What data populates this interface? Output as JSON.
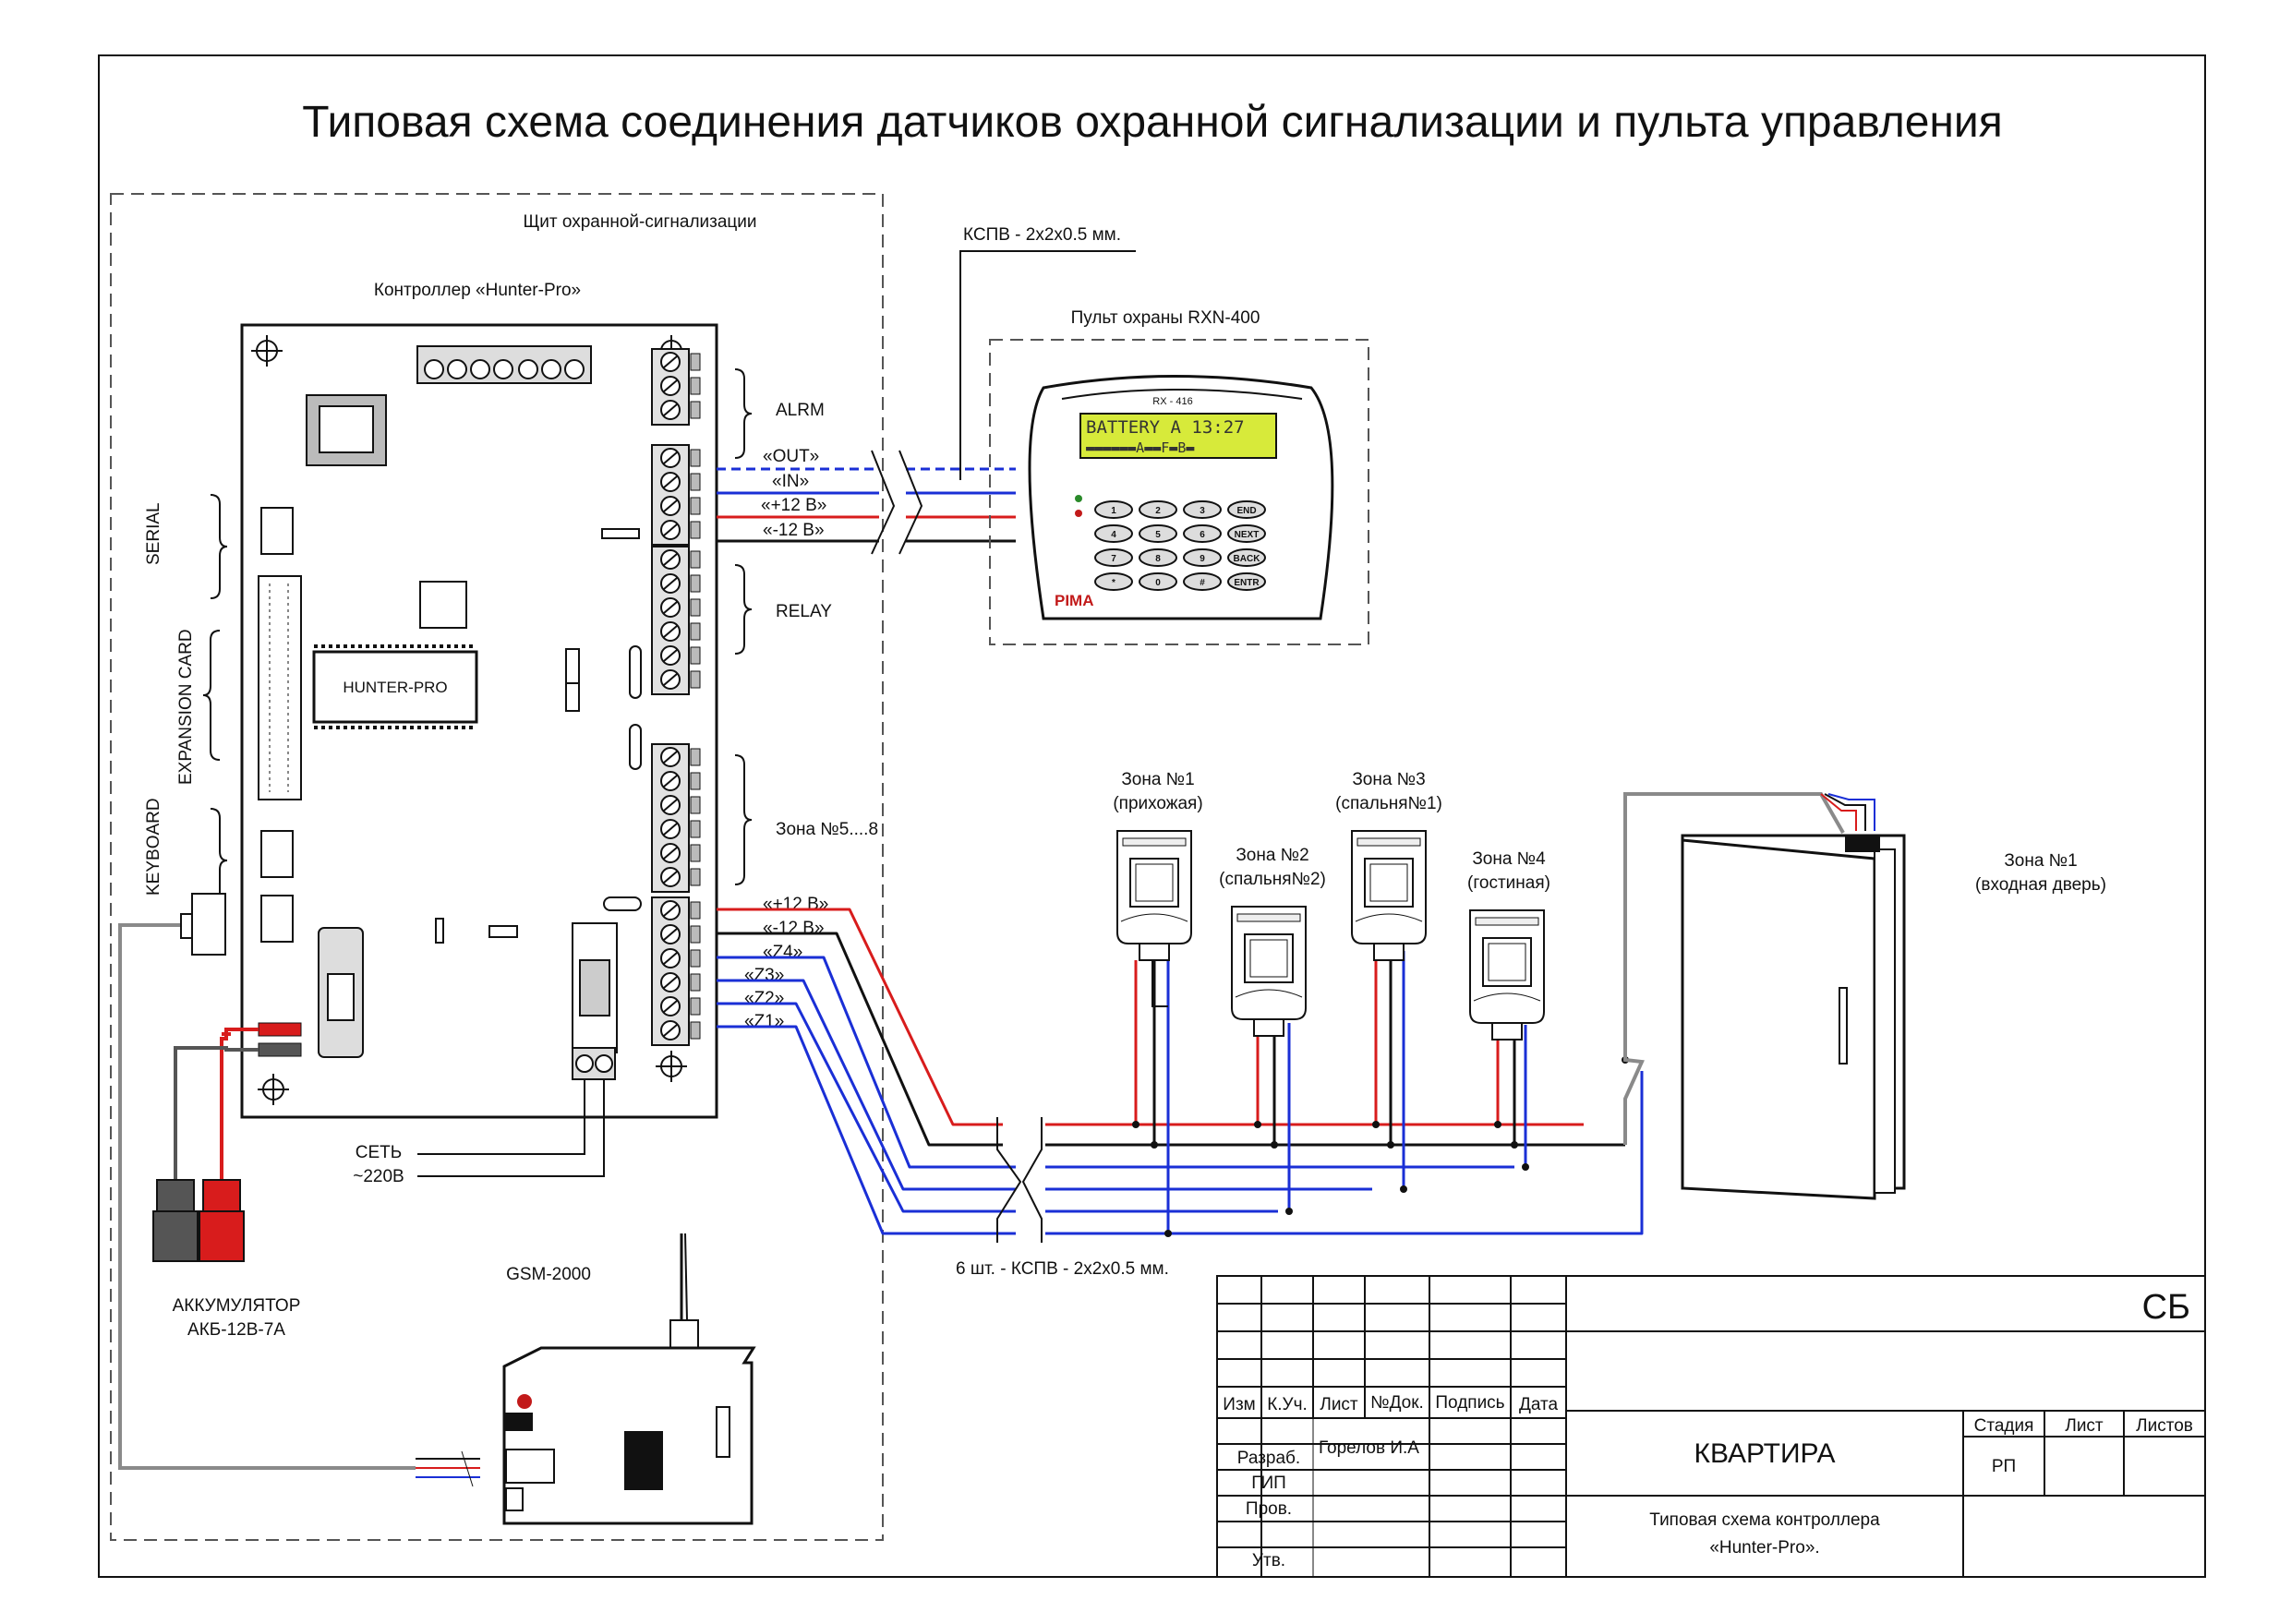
{
  "title": "Типовая схема соединения датчиков охранной сигнализации и пульта управления",
  "panel": {
    "label": "Щит охранной-сигнализации",
    "controller_label": "Контроллер «Hunter-Pro»",
    "chip_label": "HUNTER-PRO",
    "side_labels": {
      "serial": "SERIAL",
      "expansion": "EXPANSION CARD",
      "keyboard": "KEYBOARD"
    },
    "groups": {
      "alrm": "ALRM",
      "relay": "RELAY",
      "zones58": "Зона №5....8"
    },
    "keypad_terminals": [
      "«OUT»",
      "«IN»",
      "«+12 В»",
      "«-12 В»"
    ],
    "zone_terminals": [
      "«+12 В»",
      "«-12 В»",
      "«Z4»",
      "«Z3»",
      "«Z2»",
      "«Z1»"
    ],
    "mains": {
      "line1": "СЕТЬ",
      "line2": "~220В"
    },
    "battery": {
      "line1": "АККУМУЛЯТОР",
      "line2": "АКБ-12В-7А"
    },
    "gsm": "GSM-2000"
  },
  "cables": {
    "keypad": "КСПВ - 2х2х0.5 мм.",
    "zones": "6 шт. - КСПВ - 2х2х0.5 мм."
  },
  "keypad": {
    "label": "Пульт охраны RXN-400",
    "model": "RX - 416",
    "lcd_line1": "BATTERY  A 13:27",
    "lcd_line2": "▬▬▬▬▬▬A▬▬F▬B▬",
    "brand": "PIMA",
    "keys": [
      "1",
      "2",
      "3",
      "END",
      "4",
      "5",
      "6",
      "NEXT",
      "7",
      "8",
      "9",
      "BACK",
      "*",
      "0",
      "#",
      "ENTR"
    ]
  },
  "sensors": [
    {
      "line1": "Зона №1",
      "line2": "(прихожая)"
    },
    {
      "line1": "Зона №2",
      "line2": "(спальня№2)"
    },
    {
      "line1": "Зона №3",
      "line2": "(спальня№1)"
    },
    {
      "line1": "Зона №4",
      "line2": "(гостиная)"
    }
  ],
  "door": {
    "line1": "Зона №1",
    "line2": "(входная дверь)"
  },
  "stamp": {
    "code": "СБ",
    "headers": [
      "Изм",
      "К.Уч.",
      "Лист",
      "№Док.",
      "Подпись",
      "Дата"
    ],
    "roles": [
      "Разраб.",
      "ГИП",
      "Пров.",
      "Утв."
    ],
    "developer": "Горелов И.А",
    "object": "КВАРТИРА",
    "desc_line1": "Типовая схема контроллера",
    "desc_line2": "«Hunter-Pro».",
    "stage_headers": [
      "Стадия",
      "Лист",
      "Листов"
    ],
    "stage_value": "РП"
  },
  "colors": {
    "plus": "#d81c1c",
    "minus": "#111111",
    "signal": "#1a2fd6",
    "gray": "#8a8a8a"
  }
}
